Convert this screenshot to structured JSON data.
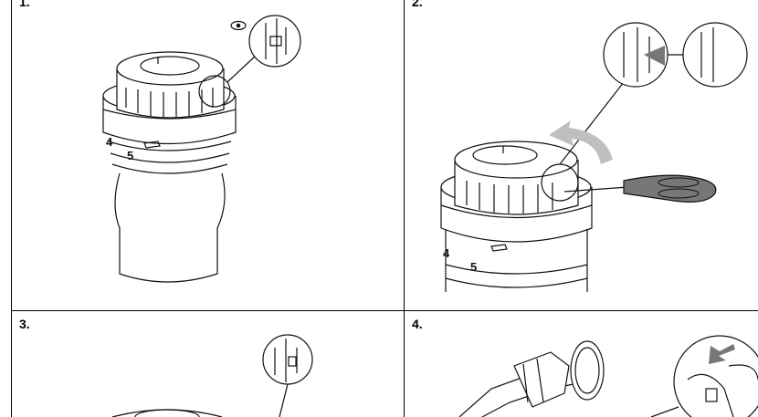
{
  "steps": [
    {
      "label": "1.",
      "dial_number": "5",
      "dial_side": "4"
    },
    {
      "label": "2.",
      "dial_number": "5",
      "dial_side": "4"
    },
    {
      "label": "3."
    },
    {
      "label": "4."
    }
  ],
  "colors": {
    "screwdriver_handle": "#777777",
    "arrow": "#bfbfbf",
    "line": "#000000"
  },
  "icons": [
    "eye-icon",
    "curved-arrow-icon",
    "screwdriver-icon",
    "press-arrow-icon"
  ]
}
